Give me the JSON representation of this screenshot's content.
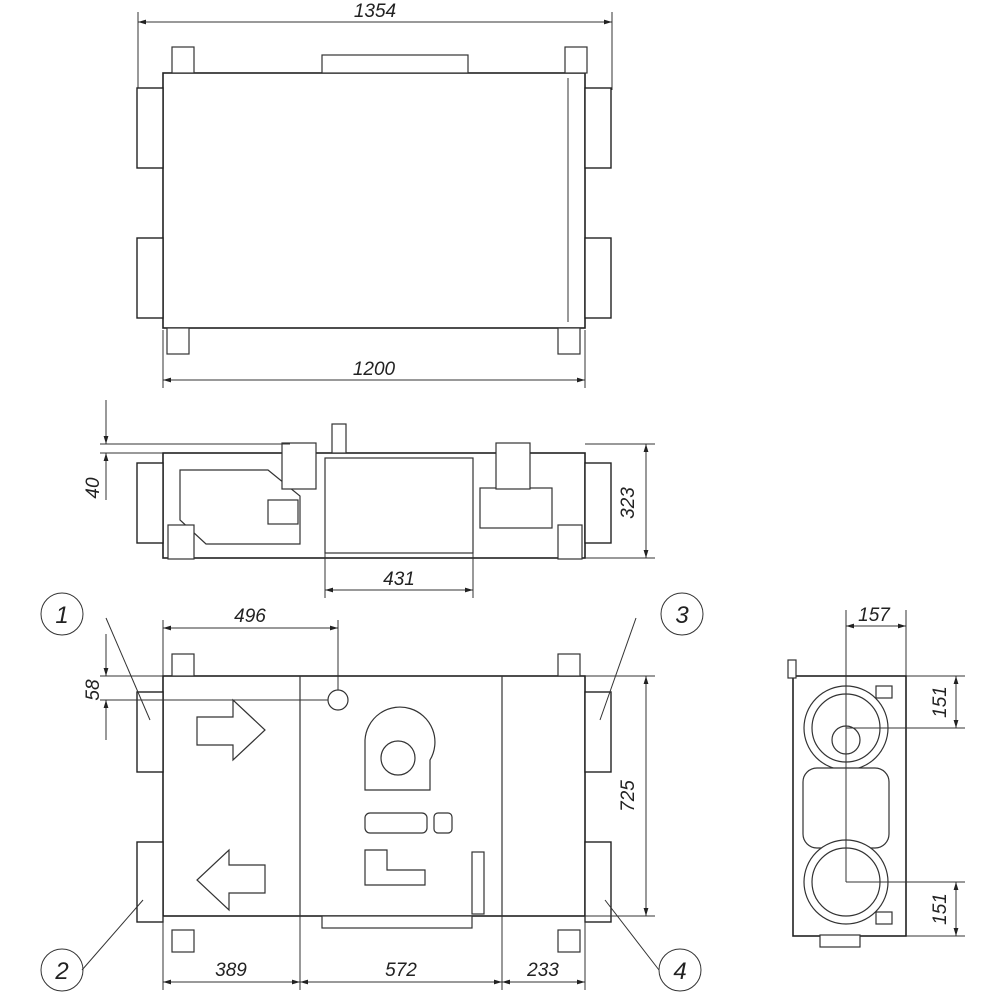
{
  "drawing": {
    "top_view": {
      "overall_width": "1354",
      "body_width": "1200"
    },
    "side_view": {
      "top_offset": "40",
      "height": "323",
      "service_width": "431"
    },
    "front_view": {
      "spigot_position": "496",
      "spigot_offset": "58",
      "depth": "725",
      "section_1": "389",
      "section_2": "572",
      "section_3": "233"
    },
    "end_view": {
      "duct_offset": "157",
      "duct_center_top": "151",
      "duct_center_bottom": "151"
    },
    "callouts": [
      "1",
      "2",
      "3",
      "4"
    ]
  }
}
